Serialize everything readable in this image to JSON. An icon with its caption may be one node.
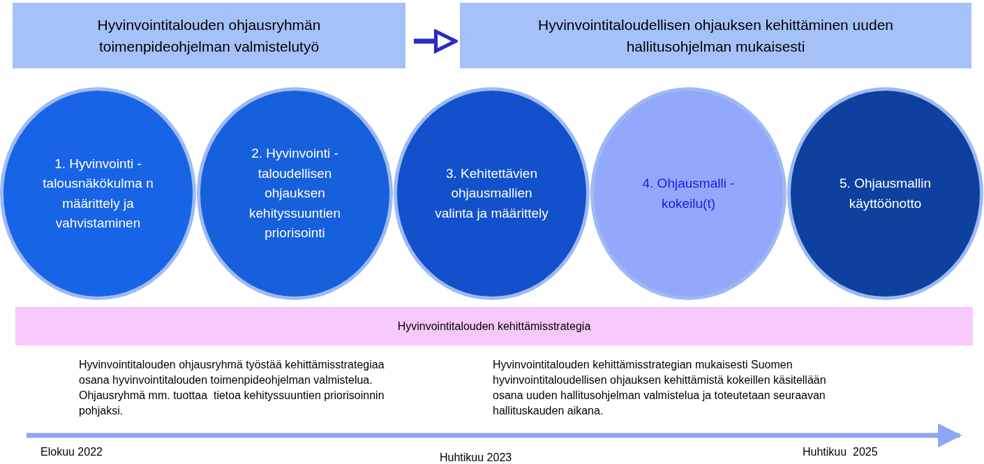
{
  "diagram": {
    "nodes": [
      {
        "text": [
          "Hyvinvointitalouden ohjausryhmän toimenpideohjelman valmistelutyö"
        ]
      },
      {
        "text": [
          "Hyvinvointitaloudellisen ohjauksen kehittäminen uuden hallitusohjelman mukaisesti"
        ]
      },
      {
        "text": [
          "1. Hyvinvointi - talousnäkökulma n määrittely ja vahvistaminen"
        ]
      },
      {
        "text": [
          "2. Hyvinvointi - taloudellisen ohjauksen kehityssuuntien priorisointi"
        ]
      },
      {
        "text": [
          "3. Kehitettävien ohjausmallien valinta ja määrittely"
        ]
      },
      {
        "text": [
          "4. Ohjausmalli - kokeilu(t)"
        ]
      },
      {
        "text": [
          "5. Ohjausmallin käyttöönotto"
        ]
      },
      {
        "text": [
          "Hyvinvointitalouden kehittämisstrategia"
        ]
      }
    ],
    "edges": [
      {
        "from": 0,
        "to": 1,
        "arrow": "to"
      }
    ],
    "labels": [
      "Hyvinvointitalouden ohjausryhmä työstää kehittämisstrategiaa osana hyvinvointitalouden toimenpideohjelman valmistelua. Ohjausryhmä mm. tuottaa  tietoa kehityssuuntien priorisoinnin pohjaksi.",
      "Hyvinvointitalouden kehittämisstrategian mukaisesti Suomen hyvinvointitaloudellisen ohjauksen kehittämistä kokeillen käsitellään osana uuden hallitusohjelman valmistelua ja toteutetaan seuraavan hallituskauden aikana.",
      "Elokuu 2022",
      "Huhtikuu 2023",
      "Huhtikuu  2025"
    ]
  }
}
